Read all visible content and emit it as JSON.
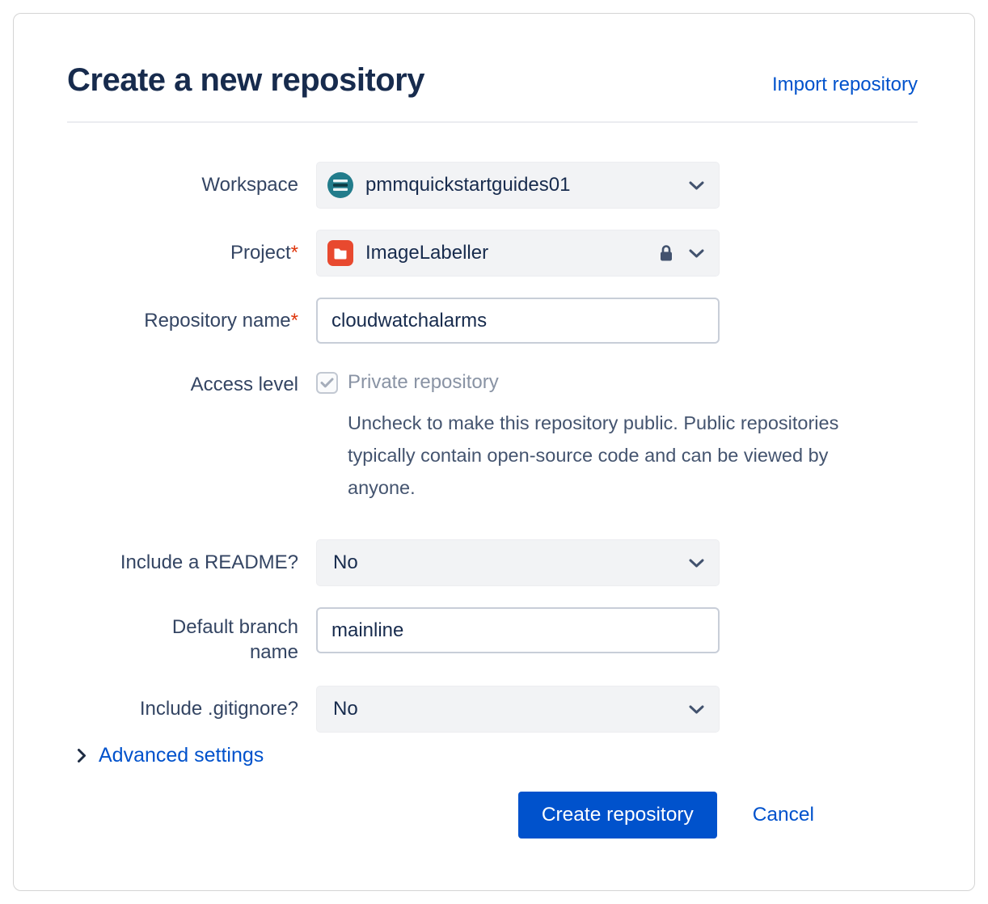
{
  "header": {
    "title": "Create a new repository",
    "import_link": "Import repository"
  },
  "form": {
    "workspace": {
      "label": "Workspace",
      "value": "pmmquickstartguides01"
    },
    "project": {
      "label": "Project",
      "required_mark": "*",
      "value": "ImageLabeller"
    },
    "repo_name": {
      "label": "Repository name",
      "required_mark": "*",
      "value": "cloudwatchalarms"
    },
    "access_level": {
      "label": "Access level",
      "checkbox_label": "Private repository",
      "checkbox_checked": true,
      "help": "Uncheck to make this repository public. Public repositories typically contain open-source code and can be viewed by anyone."
    },
    "readme": {
      "label": "Include a README?",
      "value": "No"
    },
    "default_branch": {
      "label": "Default branch name",
      "value": "mainline"
    },
    "gitignore": {
      "label": "Include .gitignore?",
      "value": "No"
    }
  },
  "advanced": {
    "label": "Advanced settings"
  },
  "footer": {
    "create_label": "Create repository",
    "cancel_label": "Cancel"
  },
  "icons": {
    "workspace_avatar": "workspace-avatar",
    "project_icon": "project-folder-icon",
    "lock": "lock-icon",
    "chevron_down": "chevron-down-icon",
    "chevron_right": "chevron-right-icon",
    "check": "check-icon"
  },
  "colors": {
    "accent": "#0052CC",
    "title": "#172B4D",
    "required": "#DE350B",
    "field_bg": "#F2F3F5",
    "avatar_teal": "#227C8B",
    "project_red": "#E8492F"
  }
}
